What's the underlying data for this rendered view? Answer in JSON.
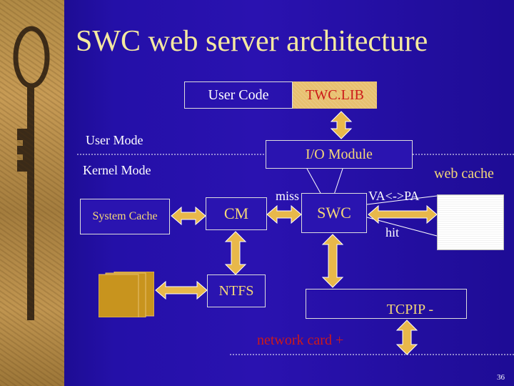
{
  "slide": {
    "title": "SWC web server architecture",
    "page_number": "36"
  },
  "labels": {
    "user_code": "User Code",
    "twc_lib": "TWC.LIB",
    "user_mode": "User Mode",
    "kernel_mode": "Kernel Mode",
    "io_module": "I/O Module",
    "web_cache": "web cache",
    "miss": "miss",
    "va_pa": "VA<->PA",
    "hit": "hit",
    "system_cache": "System Cache",
    "cm": "CM",
    "swc": "SWC",
    "ntfs": "NTFS",
    "tcpip": "TCPIP -",
    "network_card": "network card +"
  },
  "colors": {
    "background": "#2a12b0",
    "title_text": "#f5e9a0",
    "box_text": "#f5d878",
    "accent_red": "#cc1a1a",
    "arrow_fill": "#e8b84a",
    "twc_fill": "#e8c070"
  },
  "icons": {
    "left_strip": "key-illustration",
    "disk": "disk-stack-icon"
  }
}
